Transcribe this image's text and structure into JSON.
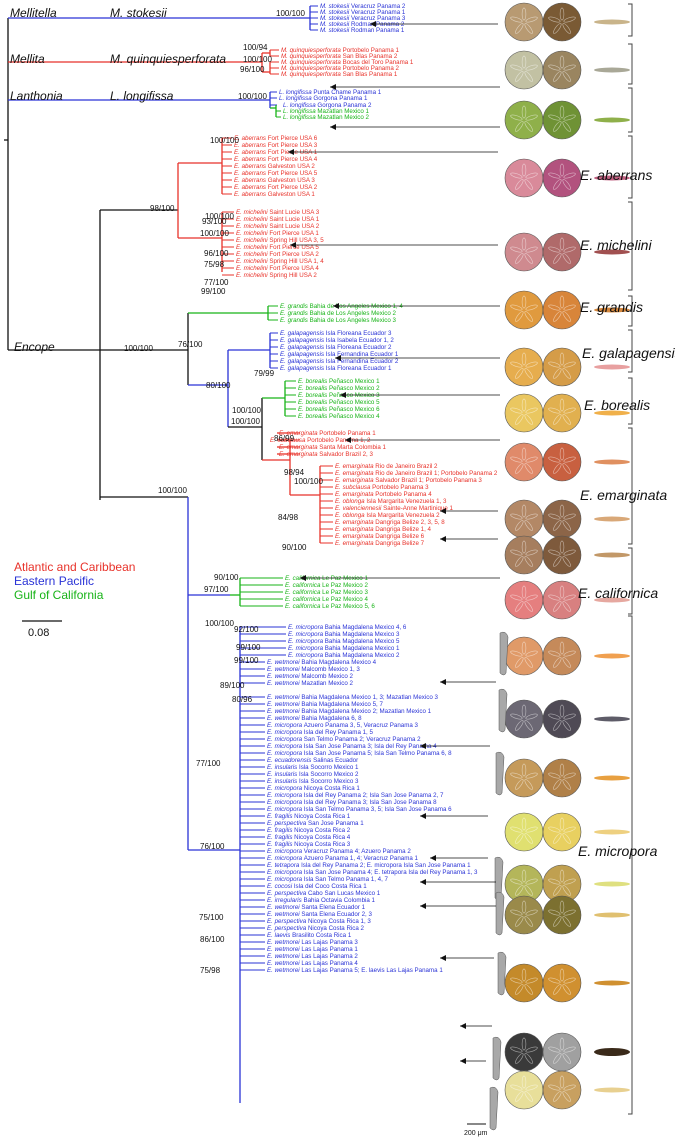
{
  "colors": {
    "atlantic": "#e8322a",
    "pacific": "#2a33d6",
    "gulf": "#17b317",
    "black": "#111111",
    "bracket": "#444444"
  },
  "legend": [
    {
      "label": "Atlantic and Caribbean",
      "color": "#e8322a"
    },
    {
      "label": "Eastern Pacific",
      "color": "#2a33d6"
    },
    {
      "label": "Gulf of California",
      "color": "#17b317"
    }
  ],
  "scale_bar": "0.08",
  "micron_label": "200 μm",
  "genus_labels": [
    {
      "text": "Mellitella",
      "sp": "M. stokesii"
    },
    {
      "text": "Mellita",
      "sp": "M. quinquiesperforata"
    },
    {
      "text": "Lanthonia",
      "sp": "L. longifissa"
    },
    {
      "text": "Encope",
      "sp": ""
    }
  ],
  "support_values": [
    "100/100",
    "100/94",
    "100/100",
    "96/100",
    "100/100",
    "100/100",
    "98/100",
    "100/100",
    "93/100",
    "100/100",
    "96/100",
    "75/98",
    "77/100",
    "99/100",
    "100/100",
    "76/100",
    "80/100",
    "100/100",
    "79/99",
    "100/100",
    "86/99",
    "98/94",
    "100/100",
    "84/98",
    "90/100",
    "100/100",
    "90/100",
    "97/100",
    "100/100",
    "92/100",
    "99/100",
    "99/100",
    "89/100",
    "80/96",
    "77/100",
    "76/100",
    "75/100",
    "86/100",
    "75/98"
  ],
  "species_labels": [
    "E. aberrans",
    "E. michelini",
    "E. grandis",
    "E. galapagensis",
    "E. borealis",
    "E. emarginata",
    "E. californica",
    "E. micropora"
  ],
  "tips": [
    {
      "sp": "M. stokesii",
      "loc": "Veracruz Panama 2",
      "c": "p"
    },
    {
      "sp": "M. stokesii",
      "loc": "Veracruz Panama 1",
      "c": "p"
    },
    {
      "sp": "M. stokesii",
      "loc": "Veracruz Panama 3",
      "c": "p"
    },
    {
      "sp": "M. stokesii",
      "loc": "Rodman Panama 2",
      "c": "p"
    },
    {
      "sp": "M. stokesii",
      "loc": "Rodman Panama 1",
      "c": "p"
    },
    {
      "sp": "M. quinquiesperforata",
      "loc": "Portobelo Panama 1",
      "c": "a"
    },
    {
      "sp": "M. quinquiesperforata",
      "loc": "San Blas Panama 2",
      "c": "a"
    },
    {
      "sp": "M. quinquiesperforata",
      "loc": "Bocas del Toro Panama 1",
      "c": "a"
    },
    {
      "sp": "M. quinquiesperforata",
      "loc": "Portobelo Panama 2",
      "c": "a"
    },
    {
      "sp": "M. quinquiesperforata",
      "loc": "San Blas Panama 1",
      "c": "a"
    },
    {
      "sp": "L. longifissa",
      "loc": "Punta Chame Panama 1",
      "c": "p"
    },
    {
      "sp": "L. longifissa",
      "loc": "Gorgona Panama 1",
      "c": "p"
    },
    {
      "sp": "L. longifissa",
      "loc": "Gorgona Panama 2",
      "c": "p"
    },
    {
      "sp": "L. longifissa",
      "loc": "Mazatlan Mexico 1",
      "c": "g"
    },
    {
      "sp": "L. longifissa",
      "loc": "Mazatlan Mexico 2",
      "c": "g"
    },
    {
      "sp": "E. aberrans",
      "loc": "Fort Pierce USA 6",
      "c": "a"
    },
    {
      "sp": "E. aberrans",
      "loc": "Fort Pierce USA 3",
      "c": "a"
    },
    {
      "sp": "E. aberrans",
      "loc": "Fort Pierce USA 1",
      "c": "a"
    },
    {
      "sp": "E. aberrans",
      "loc": "Fort Pierce USA 4",
      "c": "a"
    },
    {
      "sp": "E. aberrans",
      "loc": "Galveston USA 2",
      "c": "a"
    },
    {
      "sp": "E. aberrans",
      "loc": "Fort Pierce USA 5",
      "c": "a"
    },
    {
      "sp": "E. aberrans",
      "loc": "Galveston USA 3",
      "c": "a"
    },
    {
      "sp": "E. aberrans",
      "loc": "Fort Pierce USA 2",
      "c": "a"
    },
    {
      "sp": "E. aberrans",
      "loc": "Galveston USA 1",
      "c": "a"
    },
    {
      "sp": "E. michelini",
      "loc": "Saint Lucie USA 3",
      "c": "a"
    },
    {
      "sp": "E. michelini",
      "loc": "Saint Lucie USA 1",
      "c": "a"
    },
    {
      "sp": "E. michelini",
      "loc": "Saint Lucie USA 2",
      "c": "a"
    },
    {
      "sp": "E. michelini",
      "loc": "Fort Pierce USA 1",
      "c": "a"
    },
    {
      "sp": "E. michelini",
      "loc": "Spring Hill USA 3, 5",
      "c": "a"
    },
    {
      "sp": "E. michelini",
      "loc": "Fort Pierce USA 5",
      "c": "a"
    },
    {
      "sp": "E. michelini",
      "loc": "Fort Pierce USA 2",
      "c": "a"
    },
    {
      "sp": "E. michelini",
      "loc": "Spring Hill USA 1, 4",
      "c": "a"
    },
    {
      "sp": "E. michelini",
      "loc": "Fort Pierce USA 4",
      "c": "a"
    },
    {
      "sp": "E. michelini",
      "loc": "Spring Hill USA 2",
      "c": "a"
    },
    {
      "sp": "E. grandis",
      "loc": "Bahia de Los Angeles Mexico 1, 4",
      "c": "g"
    },
    {
      "sp": "E. grandis",
      "loc": "Bahia de Los Angeles Mexico 2",
      "c": "g"
    },
    {
      "sp": "E. grandis",
      "loc": "Bahia de Los Angeles Mexico 3",
      "c": "g"
    },
    {
      "sp": "E. galapagensis",
      "loc": "Isla Floreana Ecuador 3",
      "c": "p"
    },
    {
      "sp": "E. galapagensis",
      "loc": "Isla Isabela Ecuador 1, 2",
      "c": "p"
    },
    {
      "sp": "E. galapagensis",
      "loc": "Isla Floreana Ecuador 2",
      "c": "p"
    },
    {
      "sp": "E. galapagensis",
      "loc": "Isla Fernandina Ecuador 1",
      "c": "p"
    },
    {
      "sp": "E. galapagensis",
      "loc": "Isla Fernandina Ecuador 2",
      "c": "p"
    },
    {
      "sp": "E. galapagensis",
      "loc": "Isla Floreana Ecuador 1",
      "c": "p"
    },
    {
      "sp": "E. borealis",
      "loc": "Peñasco Mexico 1",
      "c": "g"
    },
    {
      "sp": "E. borealis",
      "loc": "Peñasco Mexico 2",
      "c": "g"
    },
    {
      "sp": "E. borealis",
      "loc": "Peñasco Mexico 3",
      "c": "g"
    },
    {
      "sp": "E. borealis",
      "loc": "Peñasco Mexico 5",
      "c": "g"
    },
    {
      "sp": "E. borealis",
      "loc": "Peñasco Mexico 6",
      "c": "g"
    },
    {
      "sp": "E. borealis",
      "loc": "Peñasco Mexico 4",
      "c": "g"
    },
    {
      "sp": "E. emarginata",
      "loc": "Portobelo Panama 1",
      "c": "a"
    },
    {
      "sp": "E. subclausa",
      "loc": "Portobelo Panama 1, 2",
      "c": "a"
    },
    {
      "sp": "E. emarginata",
      "loc": "Santa Marta Colombia 1",
      "c": "a"
    },
    {
      "sp": "E. emarginata",
      "loc": "Salvador Brazil 2, 3",
      "c": "a"
    },
    {
      "sp": "E. emarginata",
      "loc": "Rio de Janeiro Brazil 2",
      "c": "a"
    },
    {
      "sp": "E. emarginata",
      "loc": "Rio de Janeiro Brazil 1; Portobelo Panama 2",
      "c": "a"
    },
    {
      "sp": "E. emarginata",
      "loc": "Salvador Brazil 1; Portobelo Panama 3",
      "c": "a"
    },
    {
      "sp": "E. subclausa",
      "loc": "Portobelo Panama 3",
      "c": "a"
    },
    {
      "sp": "E. emarginata",
      "loc": "Portobelo Panama 4",
      "c": "a"
    },
    {
      "sp": "E. oblonga",
      "loc": "Isla Margarita Venezuela 1, 3",
      "c": "a"
    },
    {
      "sp": "E. valenciennesii",
      "loc": "Sainte-Anne Martinique 1",
      "c": "a"
    },
    {
      "sp": "E. oblonga",
      "loc": "Isla Margarita Venezuela 2",
      "c": "a"
    },
    {
      "sp": "E. emarginata",
      "loc": "Dangriga Belize 2, 3, 5, 8",
      "c": "a"
    },
    {
      "sp": "E. emarginata",
      "loc": "Dangriga Belize 1, 4",
      "c": "a"
    },
    {
      "sp": "E. emarginata",
      "loc": "Dangriga Belize 6",
      "c": "a"
    },
    {
      "sp": "E. emarginata",
      "loc": "Dangriga Belize 7",
      "c": "a"
    },
    {
      "sp": "E. californica",
      "loc": "Le Paz Mexico 1",
      "c": "g"
    },
    {
      "sp": "E. californica",
      "loc": "Le Paz Mexico 2",
      "c": "g"
    },
    {
      "sp": "E. californica",
      "loc": "Le Paz Mexico 3",
      "c": "g"
    },
    {
      "sp": "E. californica",
      "loc": "Le Paz Mexico 4",
      "c": "g"
    },
    {
      "sp": "E. californica",
      "loc": "Le Paz Mexico 5, 6",
      "c": "g"
    },
    {
      "sp": "E. micropora",
      "loc": "Bahia Magdalena Mexico 4, 6",
      "c": "p"
    },
    {
      "sp": "E. micropora",
      "loc": "Bahia Magdalena Mexico 3",
      "c": "p"
    },
    {
      "sp": "E. micropora",
      "loc": "Bahia Magdalena Mexico 5",
      "c": "p"
    },
    {
      "sp": "E. micropora",
      "loc": "Bahia Magdalena Mexico 1",
      "c": "p"
    },
    {
      "sp": "E. micropora",
      "loc": "Bahia Magdalena Mexico 2",
      "c": "p"
    },
    {
      "sp": "E. wetmorei",
      "loc": "Bahia Magdalena Mexico 4",
      "c": "p"
    },
    {
      "sp": "E. wetmorei",
      "loc": "Malcomb Mexico 1, 3",
      "c": "p"
    },
    {
      "sp": "E. wetmorei",
      "loc": "Malcomb Mexico 2",
      "c": "p"
    },
    {
      "sp": "E. wetmorei",
      "loc": "Mazatlan Mexico 2",
      "c": "p"
    },
    {
      "sp": "E. wetmorei",
      "loc": "Bahia Magdalena Mexico 1, 3; Mazatlan Mexico 3",
      "c": "p"
    },
    {
      "sp": "E. wetmorei",
      "loc": "Bahia Magdalena Mexico 5, 7",
      "c": "p"
    },
    {
      "sp": "E. wetmorei",
      "loc": "Bahia Magdalena Mexico 2; Mazatlan Mexico 1",
      "c": "p"
    },
    {
      "sp": "E. wetmorei",
      "loc": "Bahia Magdalena 6, 8",
      "c": "p"
    },
    {
      "sp": "E. micropora",
      "loc": "Azuero Panama 3, 5, Veracruz Panama 3",
      "c": "p"
    },
    {
      "sp": "E. micropora",
      "loc": "Isla del Rey Panama 1, 5",
      "c": "p"
    },
    {
      "sp": "E. micropora",
      "loc": "San Telmo Panama 2; Veracruz Panama 2",
      "c": "p"
    },
    {
      "sp": "E. micropora",
      "loc": "Isla San Jose Panama 3; Isla del Rey Panama 4",
      "c": "p"
    },
    {
      "sp": "E. micropora",
      "loc": "Isla San Jose Panama 5; Isla San Telmo Panama 6, 8",
      "c": "p"
    },
    {
      "sp": "E. ecuadorensis",
      "loc": "Salinas Ecuador",
      "c": "p"
    },
    {
      "sp": "E. insularis",
      "loc": "Isla Socorro Mexico 1",
      "c": "p"
    },
    {
      "sp": "E. insularis",
      "loc": "Isla Socorro Mexico 2",
      "c": "p"
    },
    {
      "sp": "E. insularis",
      "loc": "Isla Socorro Mexico 3",
      "c": "p"
    },
    {
      "sp": "E. micropora",
      "loc": "Nicoya Costa Rica 1",
      "c": "p"
    },
    {
      "sp": "E. micropora",
      "loc": "Isla del Rey Panama 2; Isla San Jose Panama 2, 7",
      "c": "p"
    },
    {
      "sp": "E. micropora",
      "loc": "Isla del Rey Panama 3; Isla San Jose Panama 8",
      "c": "p"
    },
    {
      "sp": "E. micropora",
      "loc": "Isla San Telmo Panama 3, 5; Isla San Jose Panama 6",
      "c": "p"
    },
    {
      "sp": "E. fragilis",
      "loc": "Nicoya Costa Rica 1",
      "c": "p"
    },
    {
      "sp": "E. perspectiva",
      "loc": "San Jose Panama 1",
      "c": "p"
    },
    {
      "sp": "E. fragilis",
      "loc": "Nicoya Costa Rica 2",
      "c": "p"
    },
    {
      "sp": "E. fragilis",
      "loc": "Nicoya Costa Rica 4",
      "c": "p"
    },
    {
      "sp": "E. fragilis",
      "loc": "Nicoya Costa Rica 3",
      "c": "p"
    },
    {
      "sp": "E. micropora",
      "loc": "Veracruz Panama 4; Azuero Panama 2",
      "c": "p"
    },
    {
      "sp": "E. micropora",
      "loc": "Azuero Panama 1, 4; Veracruz Panama 1",
      "c": "p"
    },
    {
      "sp": "E. tetrapora",
      "loc": "Isla del Rey Panama 2; E. micropora Isla San Jose Panama 1",
      "c": "p"
    },
    {
      "sp": "E. micropora",
      "loc": "Isla San Jose Panama 4; E. tetrapora Isla del Rey Panama 1, 3",
      "c": "p"
    },
    {
      "sp": "E. micropora",
      "loc": "Isla San Telmo Panama 1, 4, 7",
      "c": "p"
    },
    {
      "sp": "E. cocosi",
      "loc": "Isla del Coco Costa Rica 1",
      "c": "p"
    },
    {
      "sp": "E. perspectiva",
      "loc": "Cabo San Lucas Mexico 1",
      "c": "p"
    },
    {
      "sp": "E. irregularis",
      "loc": "Bahia Octavia Colombia 1",
      "c": "p"
    },
    {
      "sp": "E. wetmorei",
      "loc": "Santa Elena Ecuador 1",
      "c": "p"
    },
    {
      "sp": "E. wetmorei",
      "loc": "Santa Elena Ecuador 2, 3",
      "c": "p"
    },
    {
      "sp": "E. perspectiva",
      "loc": "Nicoya Costa Rica 1, 3",
      "c": "p"
    },
    {
      "sp": "E. perspectiva",
      "loc": "Nicoya Costa Rica 2",
      "c": "p"
    },
    {
      "sp": "E. laevis",
      "loc": "Brasilito Costa Rica 1",
      "c": "p"
    },
    {
      "sp": "E. wetmorei",
      "loc": "Las Lajas Panama 3",
      "c": "p"
    },
    {
      "sp": "E. wetmorei",
      "loc": "Las Lajas Panama 1",
      "c": "p"
    },
    {
      "sp": "E. wetmorei",
      "loc": "Las Lajas Panama 2",
      "c": "p"
    },
    {
      "sp": "E. wetmorei",
      "loc": "Las Lajas Panama 4",
      "c": "p"
    },
    {
      "sp": "E. wetmorei",
      "loc": "Las Lajas Panama 5; E. laevis Las Lajas Panama 1",
      "c": "p"
    }
  ]
}
